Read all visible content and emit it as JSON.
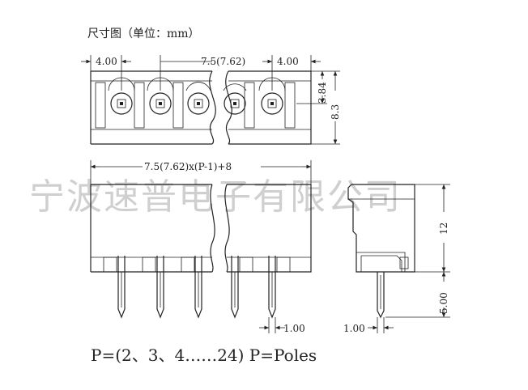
{
  "title": "尺寸图（单位：mm）",
  "watermark": "宁波速普电子有限公司",
  "dimensions": {
    "edge_left": "4.00",
    "pitch": "7.5(7.62)",
    "edge_right": "4.00",
    "height_top": "3.84",
    "height_total": "8.3",
    "total_length": "7.5(7.62)x(P-1)+8",
    "body_height": "12",
    "pin_length": "5.00",
    "pin_width_front": "1.00",
    "pin_width_side": "1.00"
  },
  "formula": "P=(2、3、4……24) P=Poles"
}
